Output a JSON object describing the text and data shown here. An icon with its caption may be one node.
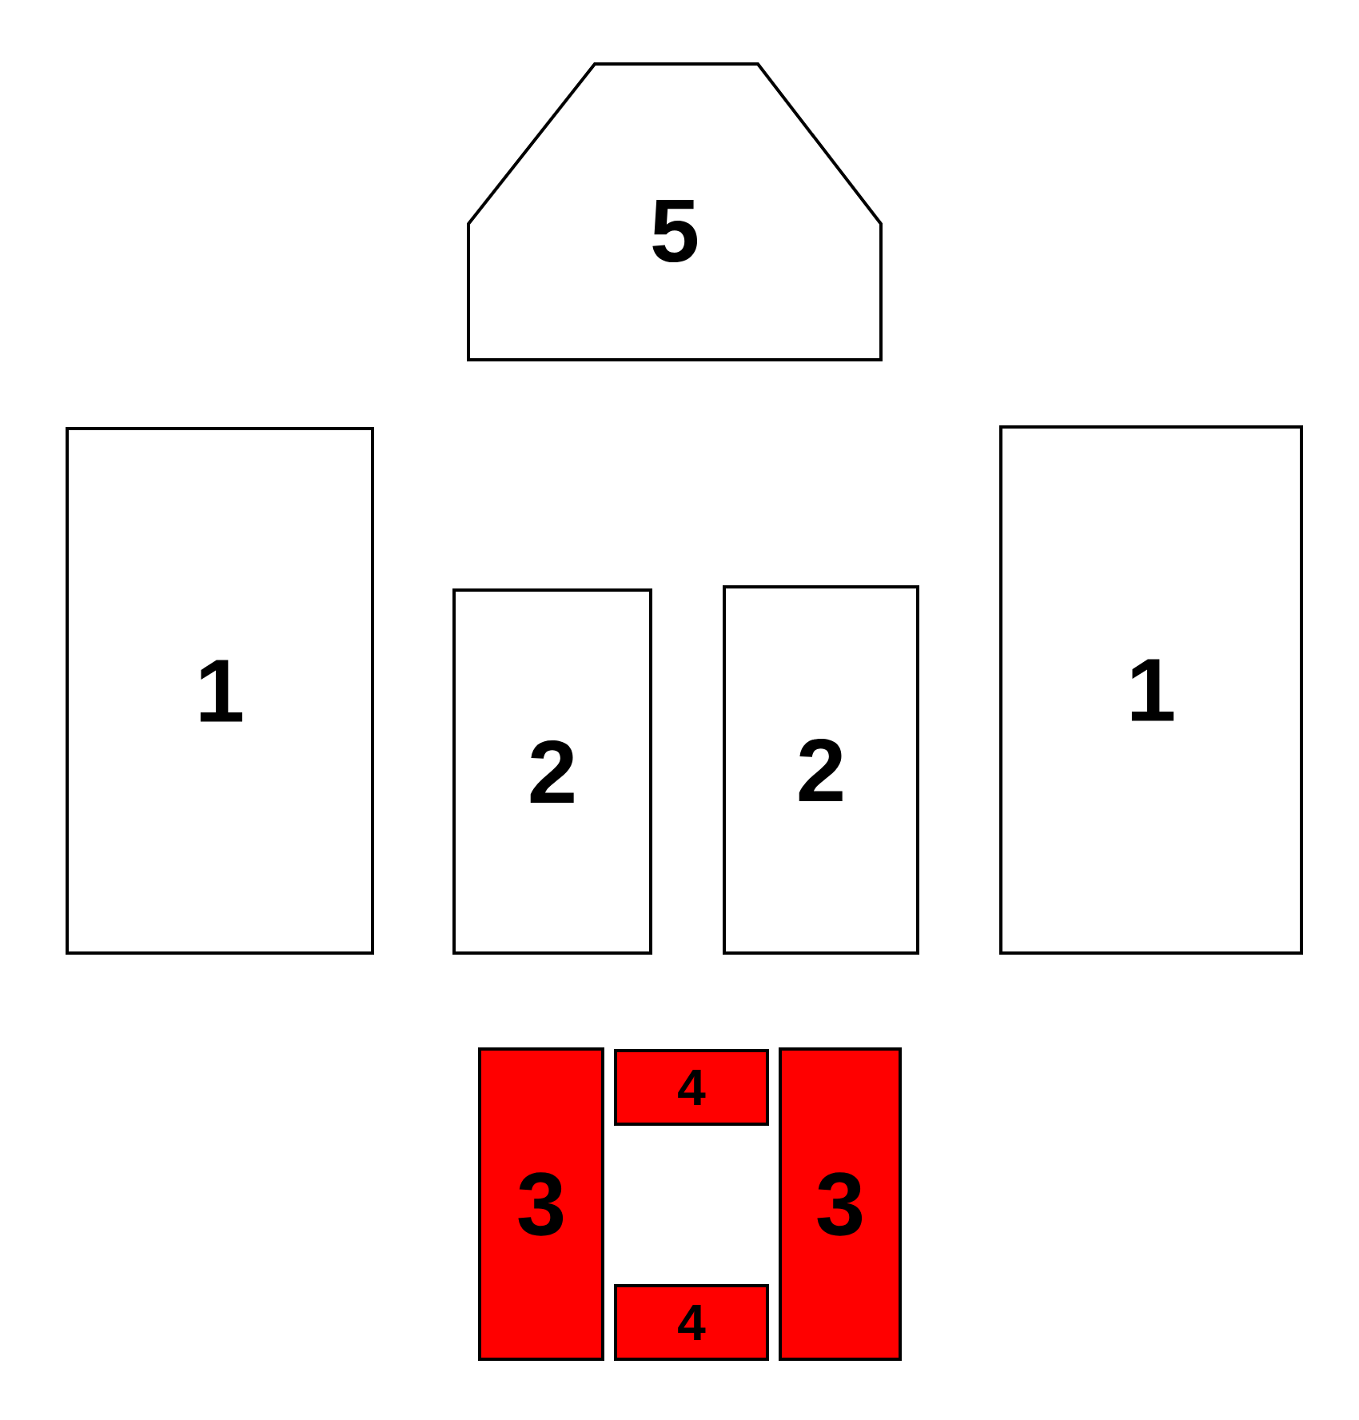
{
  "diagram": {
    "nodes": [
      {
        "text": [
          "5"
        ]
      },
      {
        "text": [
          "1"
        ]
      },
      {
        "text": [
          "2"
        ]
      },
      {
        "text": [
          "2"
        ]
      },
      {
        "text": [
          "1"
        ]
      },
      {
        "text": [
          "3"
        ]
      },
      {
        "text": [
          "4"
        ]
      },
      {
        "text": [
          "4"
        ]
      },
      {
        "text": [
          "3"
        ]
      }
    ]
  }
}
